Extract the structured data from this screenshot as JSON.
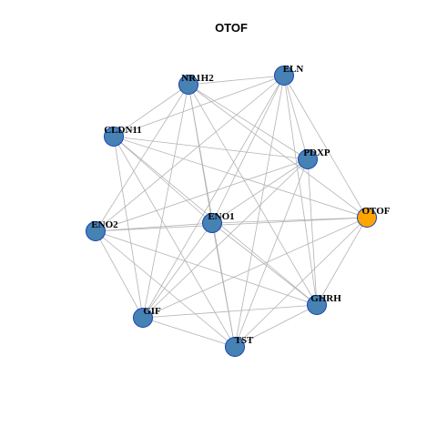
{
  "title": "OTOF",
  "colors": {
    "node_default": "#4682b4",
    "node_highlight": "#ffa500",
    "edge": "#b3b3b3"
  },
  "nodes": [
    {
      "id": "NR1H2",
      "label": "NR1H2",
      "highlight": false
    },
    {
      "id": "ELN",
      "label": "ELN",
      "highlight": false
    },
    {
      "id": "CLDN11",
      "label": "CLDN11",
      "highlight": false
    },
    {
      "id": "PDXP",
      "label": "PDXP",
      "highlight": false
    },
    {
      "id": "OTOF",
      "label": "OTOF",
      "highlight": true
    },
    {
      "id": "ENO1",
      "label": "ENO1",
      "highlight": false
    },
    {
      "id": "ENO2",
      "label": "ENO2",
      "highlight": false
    },
    {
      "id": "GHRH",
      "label": "GHRH",
      "highlight": false
    },
    {
      "id": "GIF",
      "label": "GIF",
      "highlight": false
    },
    {
      "id": "TST",
      "label": "TST",
      "highlight": false
    }
  ],
  "edges": [
    [
      "NR1H2",
      "ELN"
    ],
    [
      "NR1H2",
      "CLDN11"
    ],
    [
      "NR1H2",
      "PDXP"
    ],
    [
      "NR1H2",
      "OTOF"
    ],
    [
      "NR1H2",
      "ENO1"
    ],
    [
      "NR1H2",
      "ENO2"
    ],
    [
      "NR1H2",
      "GHRH"
    ],
    [
      "NR1H2",
      "GIF"
    ],
    [
      "NR1H2",
      "TST"
    ],
    [
      "ELN",
      "CLDN11"
    ],
    [
      "ELN",
      "PDXP"
    ],
    [
      "ELN",
      "OTOF"
    ],
    [
      "ELN",
      "ENO1"
    ],
    [
      "ELN",
      "ENO2"
    ],
    [
      "ELN",
      "GHRH"
    ],
    [
      "ELN",
      "GIF"
    ],
    [
      "ELN",
      "TST"
    ],
    [
      "CLDN11",
      "PDXP"
    ],
    [
      "CLDN11",
      "OTOF"
    ],
    [
      "CLDN11",
      "ENO1"
    ],
    [
      "CLDN11",
      "GHRH"
    ],
    [
      "CLDN11",
      "GIF"
    ],
    [
      "CLDN11",
      "TST"
    ],
    [
      "PDXP",
      "ENO1"
    ],
    [
      "PDXP",
      "ENO2"
    ],
    [
      "PDXP",
      "GHRH"
    ],
    [
      "PDXP",
      "GIF"
    ],
    [
      "PDXP",
      "TST"
    ],
    [
      "OTOF",
      "ENO1"
    ],
    [
      "OTOF",
      "ENO2"
    ],
    [
      "OTOF",
      "GHRH"
    ],
    [
      "OTOF",
      "GIF"
    ],
    [
      "OTOF",
      "TST"
    ],
    [
      "ENO1",
      "ENO2"
    ],
    [
      "ENO1",
      "GHRH"
    ],
    [
      "ENO1",
      "GIF"
    ],
    [
      "ENO1",
      "TST"
    ],
    [
      "ENO2",
      "GHRH"
    ],
    [
      "ENO2",
      "GIF"
    ],
    [
      "ENO2",
      "TST"
    ],
    [
      "GHRH",
      "GIF"
    ],
    [
      "GHRH",
      "TST"
    ],
    [
      "GIF",
      "TST"
    ]
  ]
}
